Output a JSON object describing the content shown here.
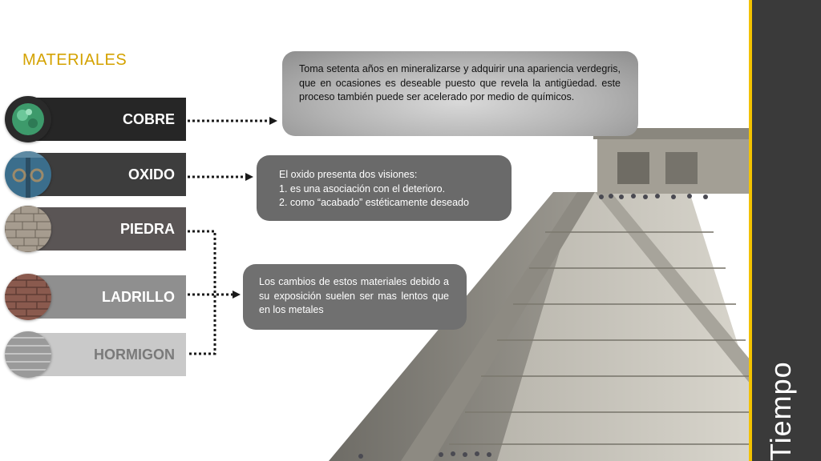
{
  "title": "MATERIALES",
  "materials": [
    {
      "label": "COBRE",
      "bar_color": "#262626",
      "thumb_icon": "copper-texture-icon"
    },
    {
      "label": "OXIDO",
      "bar_color": "#3d3d3d",
      "thumb_icon": "oxide-door-texture-icon"
    },
    {
      "label": "PIEDRA",
      "bar_color": "#5a5555",
      "thumb_icon": "stone-texture-icon"
    },
    {
      "label": "LADRILLO",
      "bar_color": "#8f8f8f",
      "thumb_icon": "brick-texture-icon"
    },
    {
      "label": "HORMIGON",
      "bar_color": "#c9c9c9",
      "thumb_icon": "concrete-texture-icon"
    }
  ],
  "descriptions": {
    "cobre": "Toma setenta años en mineralizarse y adquirir una apariencia verdegris, que en ocasiones es deseable puesto que revela la antigüedad. este proceso también puede ser acelerado por medio de químicos.",
    "oxido": [
      "El oxido presenta dos visiones:",
      "1. es una asociación con el deterioro.",
      "2. como “acabado” estéticamente deseado"
    ],
    "piedra": "Los cambios de estos materiales debido a su exposición suelen ser  mas lentos que  en los metales"
  },
  "side_label": "Tiempo",
  "colors": {
    "accent": "#f2c200",
    "title": "#d4a200",
    "side_band": "#3a3a3a"
  },
  "image": {
    "subject": "pyramid-photo"
  }
}
